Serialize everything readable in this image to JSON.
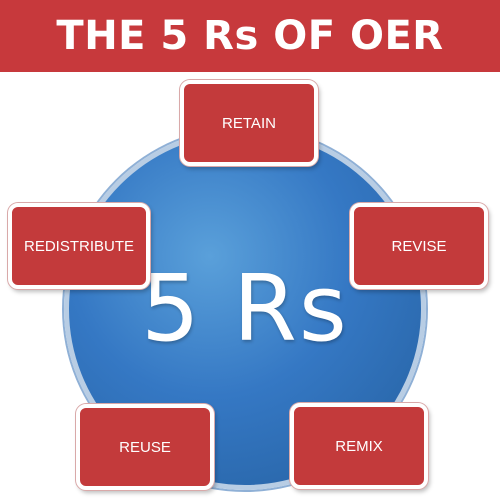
{
  "header": {
    "title": "THE 5 Rs OF OER"
  },
  "diagram": {
    "center_label": "5 Rs",
    "nodes": [
      {
        "label": "RETAIN"
      },
      {
        "label": "REVISE"
      },
      {
        "label": "REMIX"
      },
      {
        "label": "REUSE"
      },
      {
        "label": "REDISTRIBUTE"
      }
    ]
  },
  "colors": {
    "banner": "#c7393c",
    "node": "#c33a3b",
    "hub": "#3578c4"
  }
}
